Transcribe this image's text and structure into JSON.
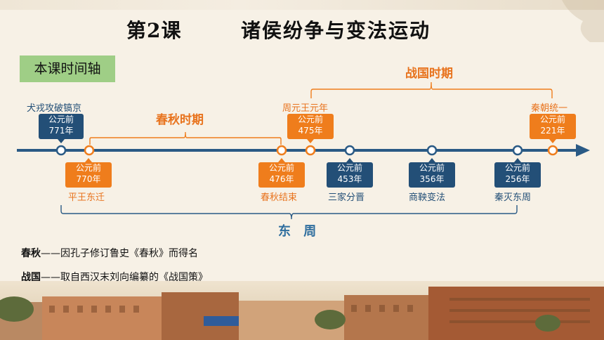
{
  "slide": {
    "title_lesson": "第2课",
    "title_main": "诸侯纷争与变法运动",
    "tag": "本课时间轴"
  },
  "periods": {
    "chunqiu": "春秋时期",
    "zhanguo": "战国时期",
    "dongzhou": "东 周"
  },
  "events": [
    {
      "label": "犬戎攻破镐京",
      "date_line1": "公元前",
      "date_line2": "771年",
      "color": "blue"
    },
    {
      "label": "平王东迁",
      "date_line1": "公元前",
      "date_line2": "770年",
      "color": "orange"
    },
    {
      "label": "春秋结束",
      "date_line1": "公元前",
      "date_line2": "476年",
      "color": "orange"
    },
    {
      "label": "周元王元年",
      "date_line1": "公元前",
      "date_line2": "475年",
      "color": "orange"
    },
    {
      "label": "三家分晋",
      "date_line1": "公元前",
      "date_line2": "453年",
      "color": "blue"
    },
    {
      "label": "商鞅变法",
      "date_line1": "公元前",
      "date_line2": "356年",
      "color": "blue"
    },
    {
      "label": "秦灭东周",
      "date_line1": "公元前",
      "date_line2": "256年",
      "color": "blue"
    },
    {
      "label": "秦朝统一",
      "date_line1": "公元前",
      "date_line2": "221年",
      "color": "orange"
    }
  ],
  "notes": [
    {
      "term": "春秋",
      "text": "——因孔子修订鲁史《春秋》而得名"
    },
    {
      "term": "战国",
      "text": "——取自西汉末刘向编纂的《战国策》"
    }
  ],
  "colors": {
    "blue": "#234f77",
    "orange": "#ef7d1c",
    "green_tag": "#9fce86",
    "axis": "#2a5a85"
  }
}
